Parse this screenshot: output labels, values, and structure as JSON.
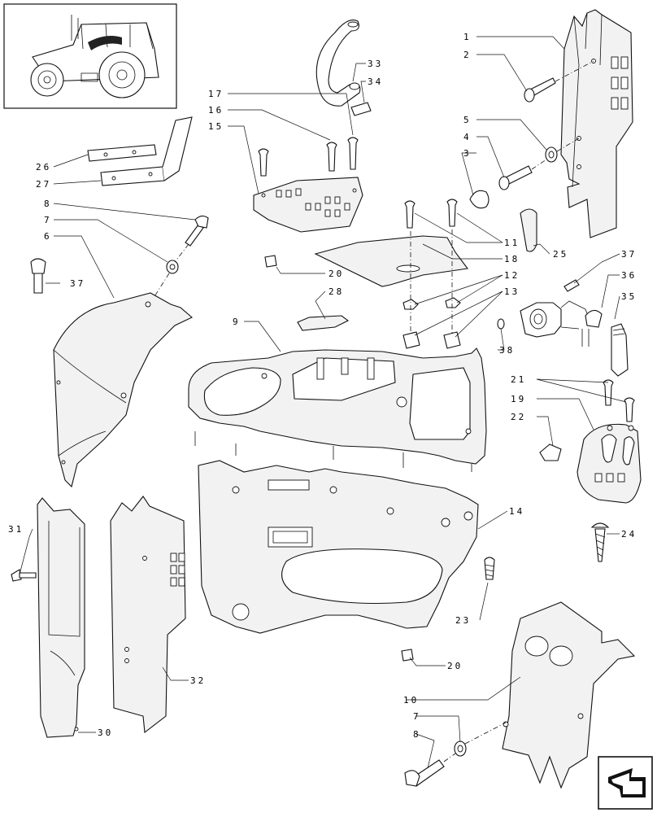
{
  "callouts": {
    "c1": "1",
    "c2": "2",
    "c3": "3",
    "c4": "4",
    "c5": "5",
    "c6": "6",
    "c7": "7",
    "c8": "8",
    "c9": "9",
    "c10": "10",
    "c7b": "7",
    "c8b": "8",
    "c11": "11",
    "c12": "12",
    "c13": "13",
    "c14": "14",
    "c15": "15",
    "c16": "16",
    "c17": "17",
    "c18": "18",
    "c19": "19",
    "c20": "20",
    "c20b": "20",
    "c21": "21",
    "c22": "22",
    "c23": "23",
    "c24": "24",
    "c25": "25",
    "c26": "26",
    "c27": "27",
    "c28": "28",
    "c30": "30",
    "c31": "31",
    "c32": "32",
    "c33": "33",
    "c34": "34",
    "c35": "35",
    "c36": "36",
    "c37": "37",
    "c37b": "37",
    "c38": "38"
  },
  "icons": {
    "tractor_thumbnail": "tractor-location-icon",
    "navigation": "next-page-arrow-icon"
  }
}
